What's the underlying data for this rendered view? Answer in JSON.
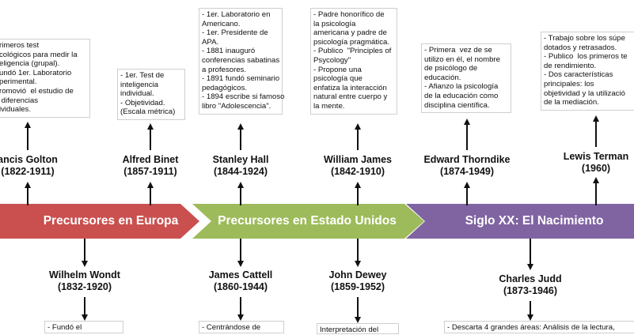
{
  "colors": {
    "europe": "#c9504f",
    "usa": "#9dbb5a",
    "siglo": "#8064a2",
    "arrow": "#111111"
  },
  "bands": [
    {
      "label": "Precursores en Europa",
      "color": "#c9504f"
    },
    {
      "label": "Precursores en Estado Unidos",
      "color": "#9dbb5a"
    },
    {
      "label": "Siglo XX: El Nacimiento",
      "color": "#8064a2"
    }
  ],
  "people_top": [
    {
      "name": "ancis Golton",
      "years": "(1822-1911)",
      "note": "rimeros test\ncológicos para medir la\neligencia (grupal).\nundó 1er. Laboratorio\nperimental.\nromovió  el estudio de\n diferencias\nividuales."
    },
    {
      "name": "Alfred Binet",
      "years": "(1857-1911)",
      "note": "- 1er. Test de\ninteligencia\nindividual.\n- Objetividad.\n(Escala métrica)"
    },
    {
      "name": "Stanley Hall",
      "years": "(1844-1924)",
      "note": "- 1er. Laboratorio en\nAmericano.\n- 1er. Presidente de\nAPA.\n- 1881 inauguró\nconferencias sabatinas\na profesores.\n- 1891 fundó seminario\npedagógicos.\n- 1894 escribe si famoso\nlibro \"Adolescencia\"."
    },
    {
      "name": "William James",
      "years": "(1842-1910)",
      "note": "- Padre honorífico de\nla psicología\namericana y padre de\npsicología pragmática.\n- Publico  \"Principles of\nPsycology\"\n- Propone una\npsicología que\nenfatiza la interacción\nnatural entre cuerpo y\nla mente."
    },
    {
      "name": "Edward Thorndike",
      "years": "(1874-1949)",
      "note": "- Primera  vez de se\nutilizo en él, el nombre\nde psicólogo de\neducación.\n- Afianzo la psicología\nde la educación como\ndisciplina científica."
    },
    {
      "name": "Lewis Terman",
      "years": "(1960)",
      "note": "- Trabajo sobre los súpe\ndotados y retrasados.\n- Publico  los primeros te\nde rendimiento.\n- Dos características\nprincipales: los\nobjetividad y la utilizació\nde la mediación."
    }
  ],
  "people_bottom": [
    {
      "name": "Wilhelm Wondt",
      "years": "(1832-1920)",
      "note": "- Fundó el"
    },
    {
      "name": "James Cattell",
      "years": "(1860-1944)",
      "note": "- Centrándose de"
    },
    {
      "name": "John Dewey",
      "years": "(1859-1952)",
      "note": "Interpretación del"
    },
    {
      "name": "Charles Judd",
      "years": "(1873-1946)",
      "note": "- Descarta 4 grandes áreas: Análisis de la lectura,"
    }
  ]
}
